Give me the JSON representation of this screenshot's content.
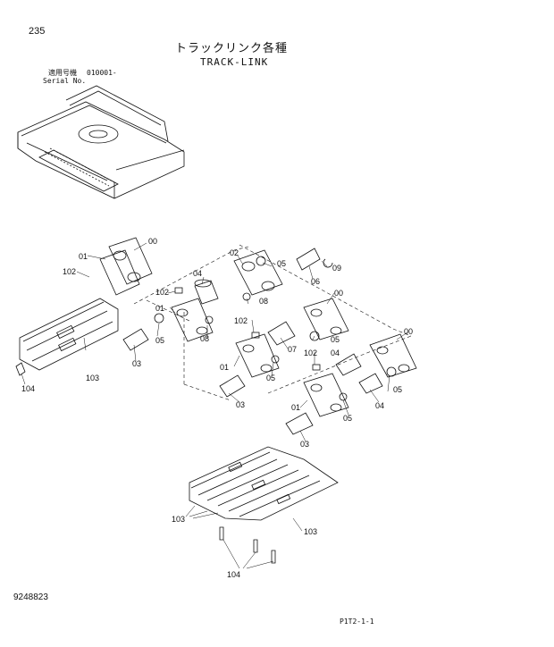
{
  "header": {
    "page_number": "235",
    "title_jp": "トラックリンク各種",
    "title_en": "TRACK-LINK",
    "serial_label_jp": "適用号機",
    "serial_value": "010001-",
    "serial_label_en": "Serial No."
  },
  "footer": {
    "drawing_number": "9248823",
    "figure_code": "P1T2-1-1"
  },
  "callouts": [
    {
      "id": "c00a",
      "text": "00"
    },
    {
      "id": "c01a",
      "text": "01"
    },
    {
      "id": "c102a",
      "text": "102"
    },
    {
      "id": "c103a",
      "text": "103"
    },
    {
      "id": "c104a",
      "text": "104"
    },
    {
      "id": "c02",
      "text": "02"
    },
    {
      "id": "c05a",
      "text": "05"
    },
    {
      "id": "c09",
      "text": "09"
    },
    {
      "id": "c04a",
      "text": "04"
    },
    {
      "id": "c06",
      "text": "06"
    },
    {
      "id": "c102b",
      "text": "102"
    },
    {
      "id": "c08a",
      "text": "08"
    },
    {
      "id": "c01b",
      "text": "01"
    },
    {
      "id": "c05b",
      "text": "05"
    },
    {
      "id": "c08b",
      "text": "08"
    },
    {
      "id": "c03a",
      "text": "03"
    },
    {
      "id": "c00b",
      "text": "00"
    },
    {
      "id": "c102c",
      "text": "102"
    },
    {
      "id": "c07",
      "text": "07"
    },
    {
      "id": "c05c",
      "text": "05"
    },
    {
      "id": "c01c",
      "text": "01"
    },
    {
      "id": "c05d",
      "text": "05"
    },
    {
      "id": "c04b",
      "text": "04"
    },
    {
      "id": "c03b",
      "text": "03"
    },
    {
      "id": "c102d",
      "text": "102"
    },
    {
      "id": "c00c",
      "text": "00"
    },
    {
      "id": "c05e",
      "text": "05"
    },
    {
      "id": "c04c",
      "text": "04"
    },
    {
      "id": "c01d",
      "text": "01"
    },
    {
      "id": "c05f",
      "text": "05"
    },
    {
      "id": "c03c",
      "text": "03"
    },
    {
      "id": "c103b",
      "text": "103"
    },
    {
      "id": "c103c",
      "text": "103"
    },
    {
      "id": "c104b",
      "text": "104"
    }
  ]
}
